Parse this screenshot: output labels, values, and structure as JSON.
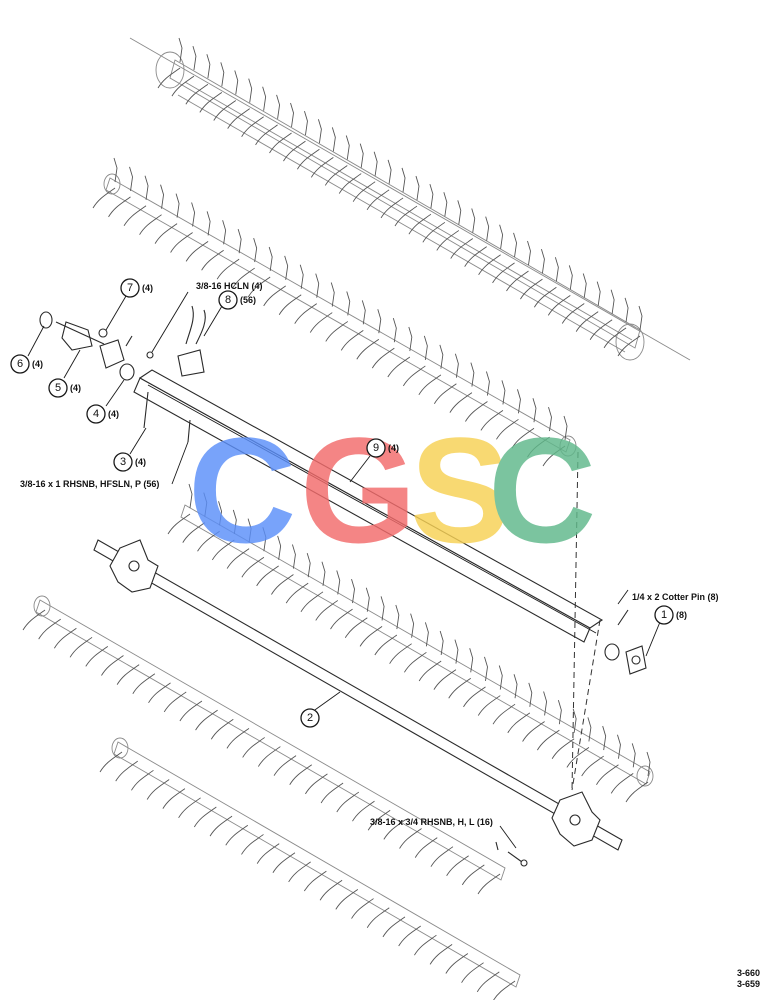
{
  "callouts": [
    {
      "num": "1",
      "qty": "(8)"
    },
    {
      "num": "2",
      "qty": ""
    },
    {
      "num": "3",
      "qty": "(4)"
    },
    {
      "num": "4",
      "qty": "(4)"
    },
    {
      "num": "5",
      "qty": "(4)"
    },
    {
      "num": "6",
      "qty": "(4)"
    },
    {
      "num": "7",
      "qty": "(4)"
    },
    {
      "num": "8",
      "qty": "(56)"
    },
    {
      "num": "9",
      "qty": "(4)"
    }
  ],
  "hardware_labels": {
    "nut_top": "3/8-16 HCLN (4)",
    "bolt_left": "3/8-16 x 1 RHSNB, HFSLN, P (56)",
    "cotter_pin": "1/4 x 2 Cotter Pin (8)",
    "bolt_bottom": "3/8-16 x 3/4 RHSNB, H, L (16)"
  },
  "watermark": {
    "letters": [
      "C",
      "G",
      "S",
      "C"
    ],
    "colors": [
      "#5b8ff9",
      "#f26b6b",
      "#f7d154",
      "#5fb88a"
    ]
  },
  "ref_codes": [
    "3-660",
    "3-659"
  ]
}
